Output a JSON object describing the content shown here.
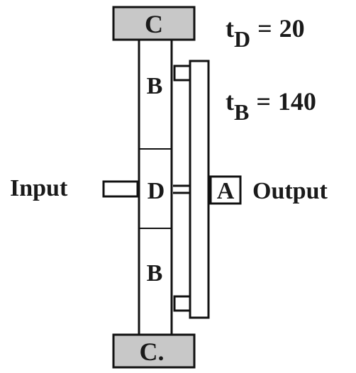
{
  "labels": {
    "top_carrier": "C",
    "bottom_carrier": "C.",
    "upper_planet": "B",
    "lower_planet": "B",
    "sun_gear": "D",
    "ring_gear": "A",
    "input": "Input",
    "output": "Output"
  },
  "teeth": {
    "d": {
      "symbol": "t",
      "subscript": "D",
      "equals": "=",
      "value": "20"
    },
    "b": {
      "symbol": "t",
      "subscript": "B",
      "equals": "=",
      "value": "140"
    }
  }
}
